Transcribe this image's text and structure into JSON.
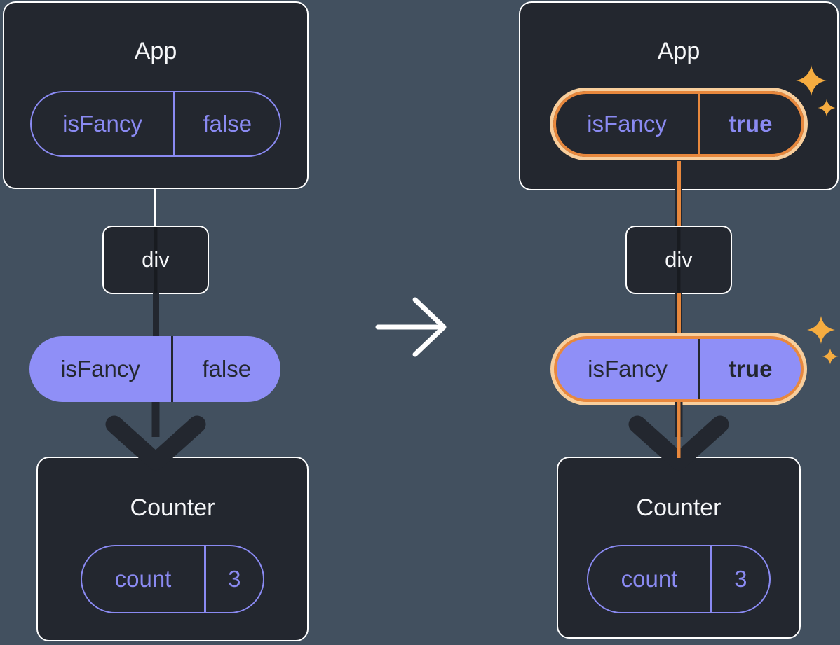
{
  "diagram": {
    "before": {
      "app": {
        "title": "App",
        "prop": {
          "name": "isFancy",
          "value": "false"
        }
      },
      "container": {
        "label": "div"
      },
      "passed_prop": {
        "name": "isFancy",
        "value": "false"
      },
      "counter": {
        "title": "Counter",
        "state": {
          "name": "count",
          "value": "3"
        }
      }
    },
    "after": {
      "app": {
        "title": "App",
        "prop": {
          "name": "isFancy",
          "value": "true"
        }
      },
      "container": {
        "label": "div"
      },
      "passed_prop": {
        "name": "isFancy",
        "value": "true"
      },
      "counter": {
        "title": "Counter",
        "state": {
          "name": "count",
          "value": "3"
        }
      }
    }
  },
  "icons": {
    "transition": "right-arrow-icon",
    "flow": "down-arrow-icon",
    "highlight": "sparkle-icon"
  },
  "colors": {
    "background": "#42505F",
    "card_bg": "#23272F",
    "card_border": "#FFFFFF",
    "white_text": "#F6F7F9",
    "purple": "#8A8AF2",
    "purple_fill": "#8F8FF7",
    "dark_text": "#23272F",
    "arrow_dark": "#23272F",
    "orange": "#E8883D",
    "orange_halo": "#F8CE9C",
    "sparkle": "#F5AC40"
  }
}
